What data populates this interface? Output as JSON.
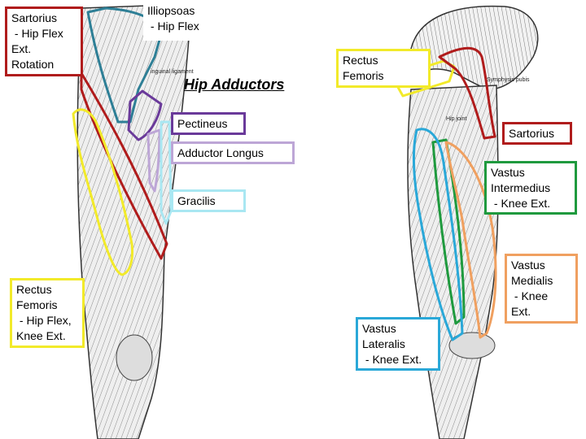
{
  "heading": "Hip Adductors",
  "colors": {
    "sartorius": "#b01c1c",
    "iliopsoas": "#2e7f96",
    "rectus": "#f2ea2a",
    "pectineus": "#6a3a9a",
    "adductor_longus": "#bda6d6",
    "gracilis": "#a9e7f2",
    "vastus_intermedius": "#1f9a3e",
    "vastus_medialis": "#f0a060",
    "vastus_lateralis": "#2aa8d8"
  },
  "labels": {
    "sartorius_left": {
      "lines": [
        "Sartorius",
        " - Hip Flex",
        "Ext.",
        "Rotation"
      ]
    },
    "iliopsoas": {
      "lines": [
        "Illiopsoas",
        " - Hip Flex"
      ]
    },
    "rectus_left": {
      "lines": [
        "Rectus",
        "Femoris",
        " - Hip Flex,",
        "Knee Ext."
      ]
    },
    "pectineus": {
      "lines": [
        "Pectineus"
      ]
    },
    "adductor_longus": {
      "lines": [
        "Adductor Longus"
      ]
    },
    "gracilis": {
      "lines": [
        "Gracilis"
      ]
    },
    "rectus_right": {
      "lines": [
        "Rectus",
        "Femoris"
      ]
    },
    "sartorius_right": {
      "lines": [
        "Sartorius"
      ]
    },
    "vastus_intermedius": {
      "lines": [
        "Vastus",
        "Intermedius",
        " - Knee Ext."
      ]
    },
    "vastus_medialis": {
      "lines": [
        "Vastus",
        "Medialis",
        " - Knee",
        "Ext."
      ]
    },
    "vastus_lateralis": {
      "lines": [
        "Vastus",
        "Lateralis",
        " - Knee Ext."
      ]
    }
  },
  "illustration_text": {
    "inguinal_ligament": "inguinal ligament",
    "symphysis_pubis": "Symphysis pubis",
    "hip_joint": "Hip joint"
  }
}
